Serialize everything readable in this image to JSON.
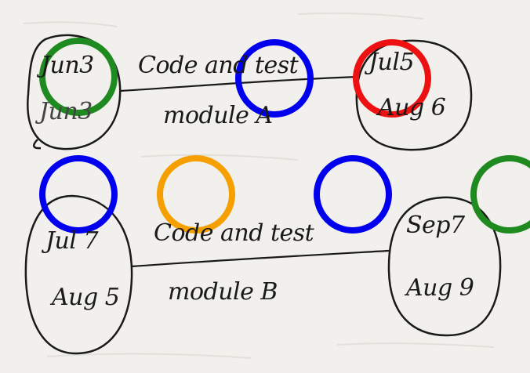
{
  "graph": {
    "nodes": [
      {
        "id": "n1",
        "early": "Jun3",
        "late": "Jun3"
      },
      {
        "id": "n2",
        "early": "Jul5",
        "late": "Aug 6"
      },
      {
        "id": "n3",
        "early": "Jul 7",
        "late": "Aug 5"
      },
      {
        "id": "n4",
        "early": "Sep7",
        "late": "Aug 9"
      }
    ],
    "edges": [
      {
        "from": "n1",
        "to": "n2",
        "line1": "Code and test",
        "line2": "module A"
      },
      {
        "from": "n3",
        "to": "n4",
        "line1": "Code and test",
        "line2": "module B"
      }
    ]
  },
  "markers": [
    {
      "id": "m1",
      "color": "#1f8a1f"
    },
    {
      "id": "m2",
      "color": "#0000ee"
    },
    {
      "id": "m3",
      "color": "#ee1111"
    },
    {
      "id": "m4",
      "color": "#0000ee"
    },
    {
      "id": "m5",
      "color": "#f5a000"
    },
    {
      "id": "m6",
      "color": "#0000ee"
    },
    {
      "id": "m7",
      "color": "#1f8a1f"
    }
  ]
}
